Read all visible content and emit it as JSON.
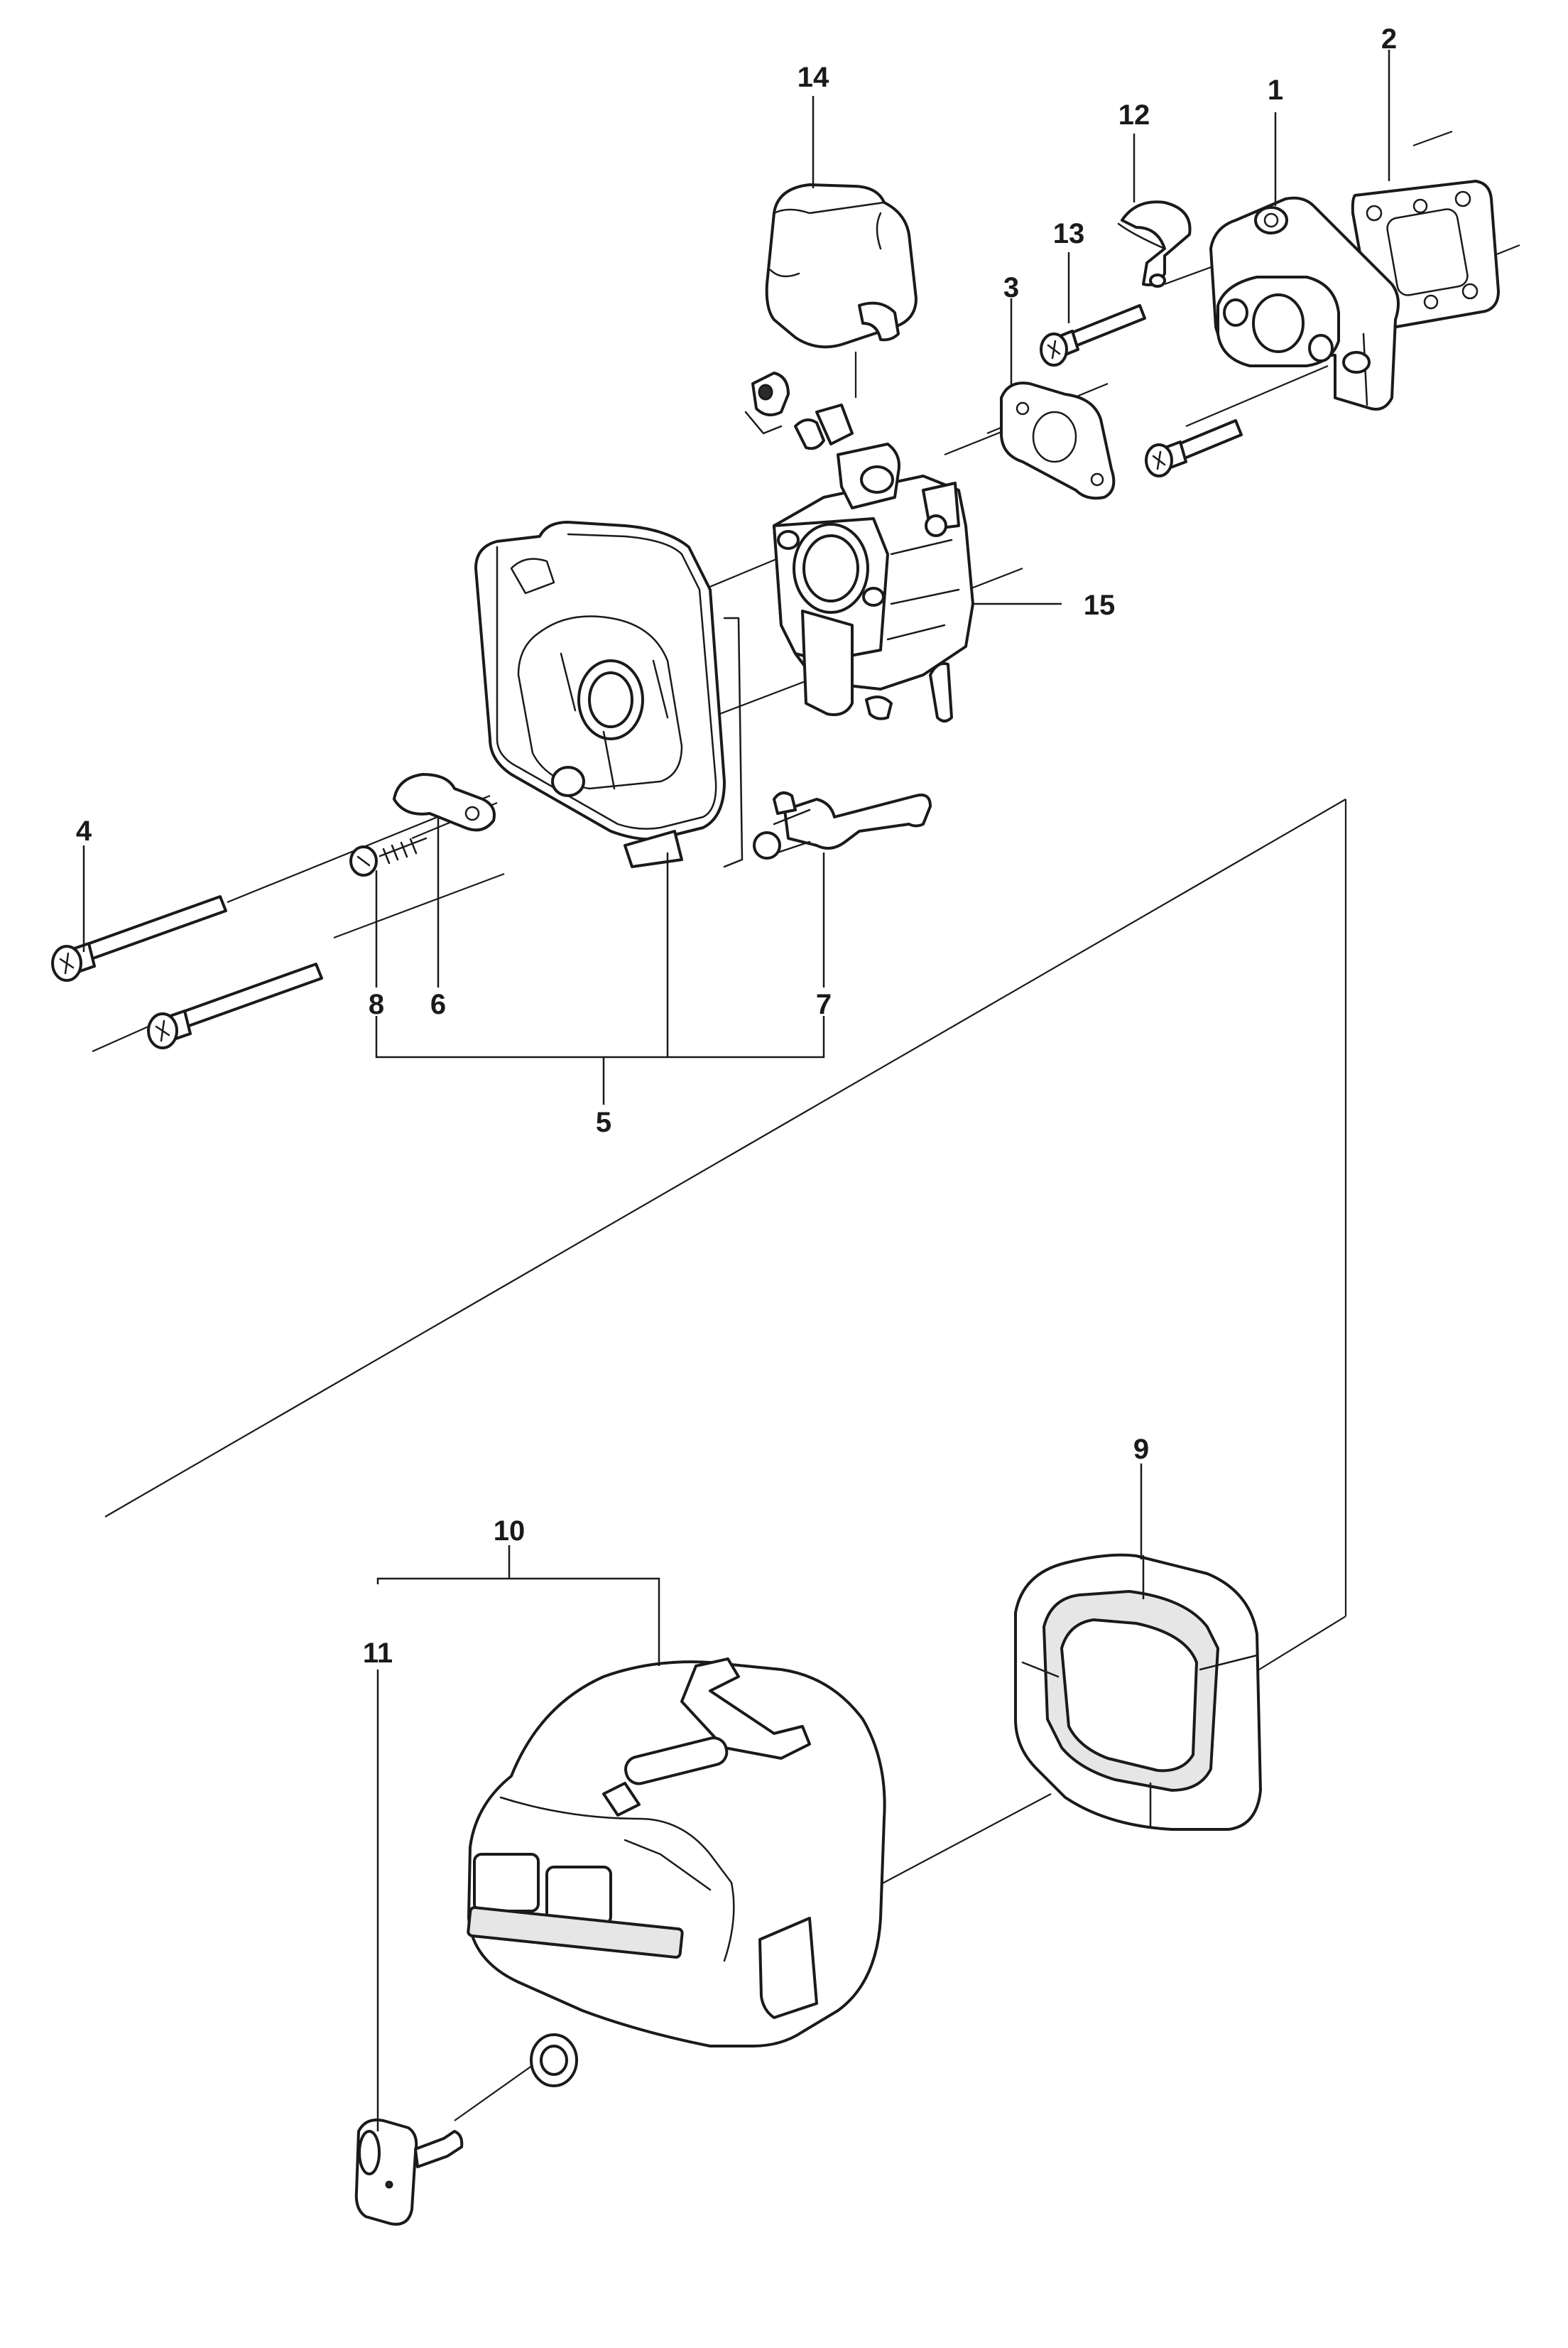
{
  "diagram": {
    "callouts": [
      {
        "id": "1",
        "text": "1"
      },
      {
        "id": "2",
        "text": "2"
      },
      {
        "id": "3",
        "text": "3"
      },
      {
        "id": "4",
        "text": "4"
      },
      {
        "id": "5",
        "text": "5"
      },
      {
        "id": "6",
        "text": "6"
      },
      {
        "id": "7",
        "text": "7"
      },
      {
        "id": "8",
        "text": "8"
      },
      {
        "id": "9",
        "text": "9"
      },
      {
        "id": "10",
        "text": "10"
      },
      {
        "id": "11",
        "text": "11"
      },
      {
        "id": "12",
        "text": "12"
      },
      {
        "id": "13",
        "text": "13"
      },
      {
        "id": "14",
        "text": "14"
      },
      {
        "id": "15",
        "text": "15"
      }
    ],
    "parts": {
      "intake_flange": "intake-flange",
      "flange_gasket": "flange-gasket",
      "carburetor_gasket": "carburetor-gasket",
      "long_screw": "long-screw",
      "air_filter_base": "air-filter-base",
      "choke_lever": "choke-lever",
      "throttle_link": "throttle-link",
      "small_screw": "small-screw",
      "air_filter": "air-filter",
      "filter_cover": "filter-cover",
      "cover_knob": "cover-knob",
      "clip": "clip",
      "short_screw": "short-screw",
      "carb_cap": "carb-cap",
      "carburetor": "carburetor"
    },
    "colors": {
      "ink": "#1a1a1a",
      "paper": "#ffffff",
      "shade": "#e6e6e6"
    }
  }
}
